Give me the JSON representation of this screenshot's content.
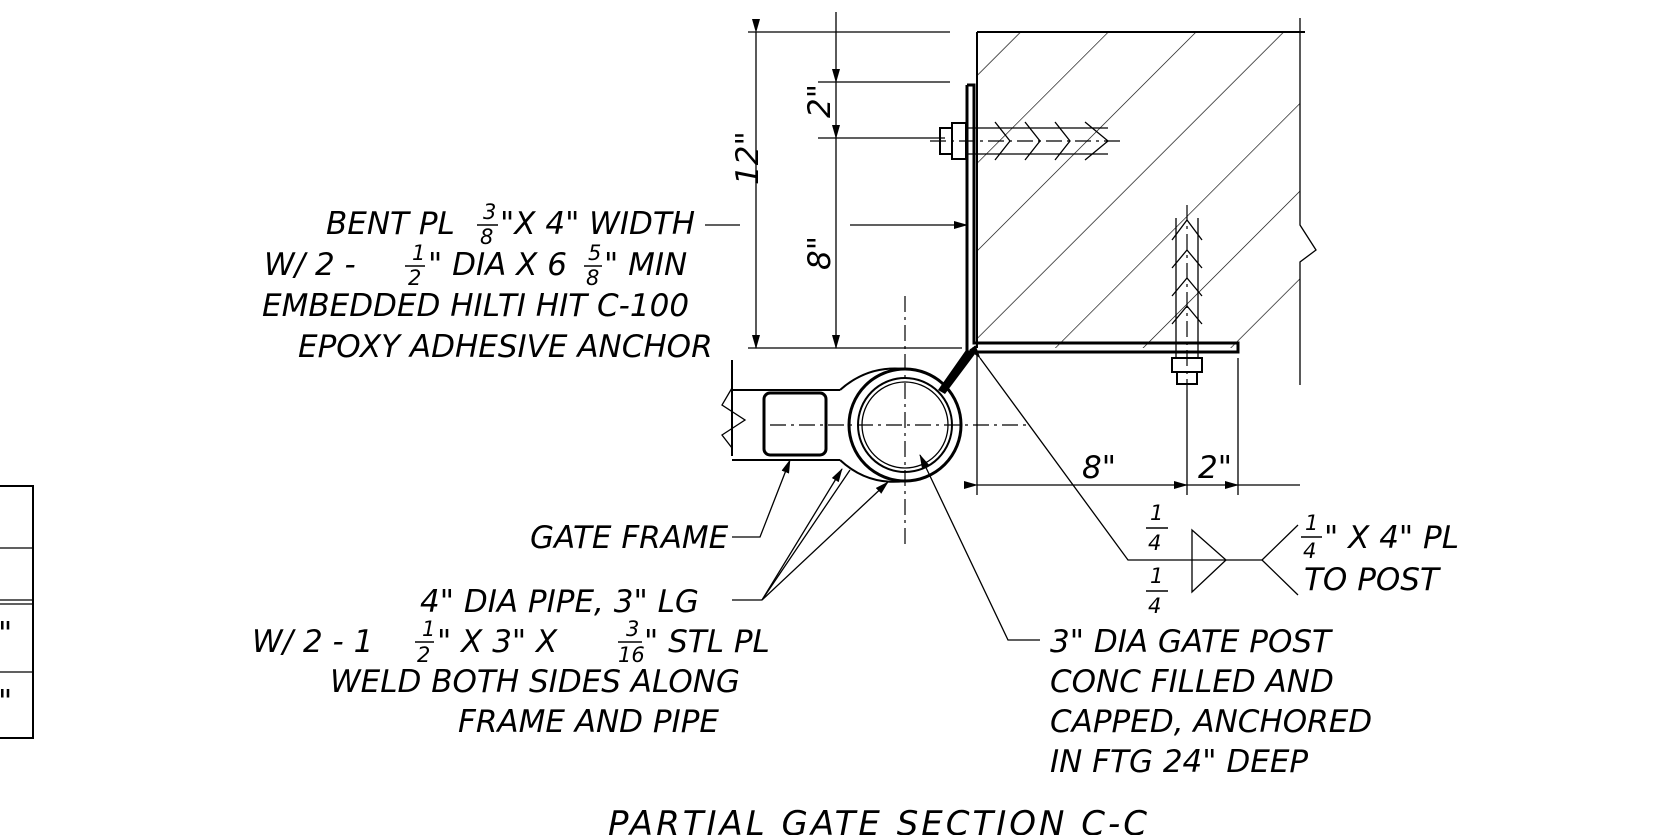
{
  "title": "PARTIAL GATE SECTION C-C",
  "dimensions": {
    "vertical_total": "12\"",
    "vertical_top": "2\"",
    "vertical_mid": "8\"",
    "horizontal_left": "8\"",
    "horizontal_right": "2\""
  },
  "note_bent_plate": {
    "line1_a": "BENT PL",
    "line1_num": "3",
    "line1_den": "8",
    "line1_b": "\"X 4\" WIDTH",
    "line2_a": "W/ 2 -",
    "line2_num": "1",
    "line2_den": "2",
    "line2_b": "\" DIA X 6",
    "line2_num2": "5",
    "line2_den2": "8",
    "line2_c": "\" MIN",
    "line3": "EMBEDDED HILTI HIT C-100",
    "line4": "EPOXY ADHESIVE ANCHOR"
  },
  "note_gate_frame": "GATE FRAME",
  "note_pipe": {
    "line1": "4\" DIA PIPE, 3\" LG",
    "line2_a": "W/ 2 - 1",
    "line2_num": "1",
    "line2_den": "2",
    "line2_b": "\" X 3\" X",
    "line2_num2": "3",
    "line2_den2": "16",
    "line2_c": "\" STL PL",
    "line3": "WELD BOTH SIDES ALONG",
    "line4": "FRAME AND PIPE"
  },
  "note_post": {
    "line1": "3\" DIA GATE POST",
    "line2": "CONC FILLED AND",
    "line3": "CAPPED, ANCHORED",
    "line4": "IN FTG 24\" DEEP"
  },
  "weld_symbol": {
    "top_num": "1",
    "top_den": "4",
    "bot_num": "1",
    "bot_den": "4",
    "note_num": "1",
    "note_den": "4",
    "note_line1": "\" X 4\" PL",
    "note_line2": "TO POST"
  },
  "side_table_marks": [
    "\"",
    "\""
  ]
}
